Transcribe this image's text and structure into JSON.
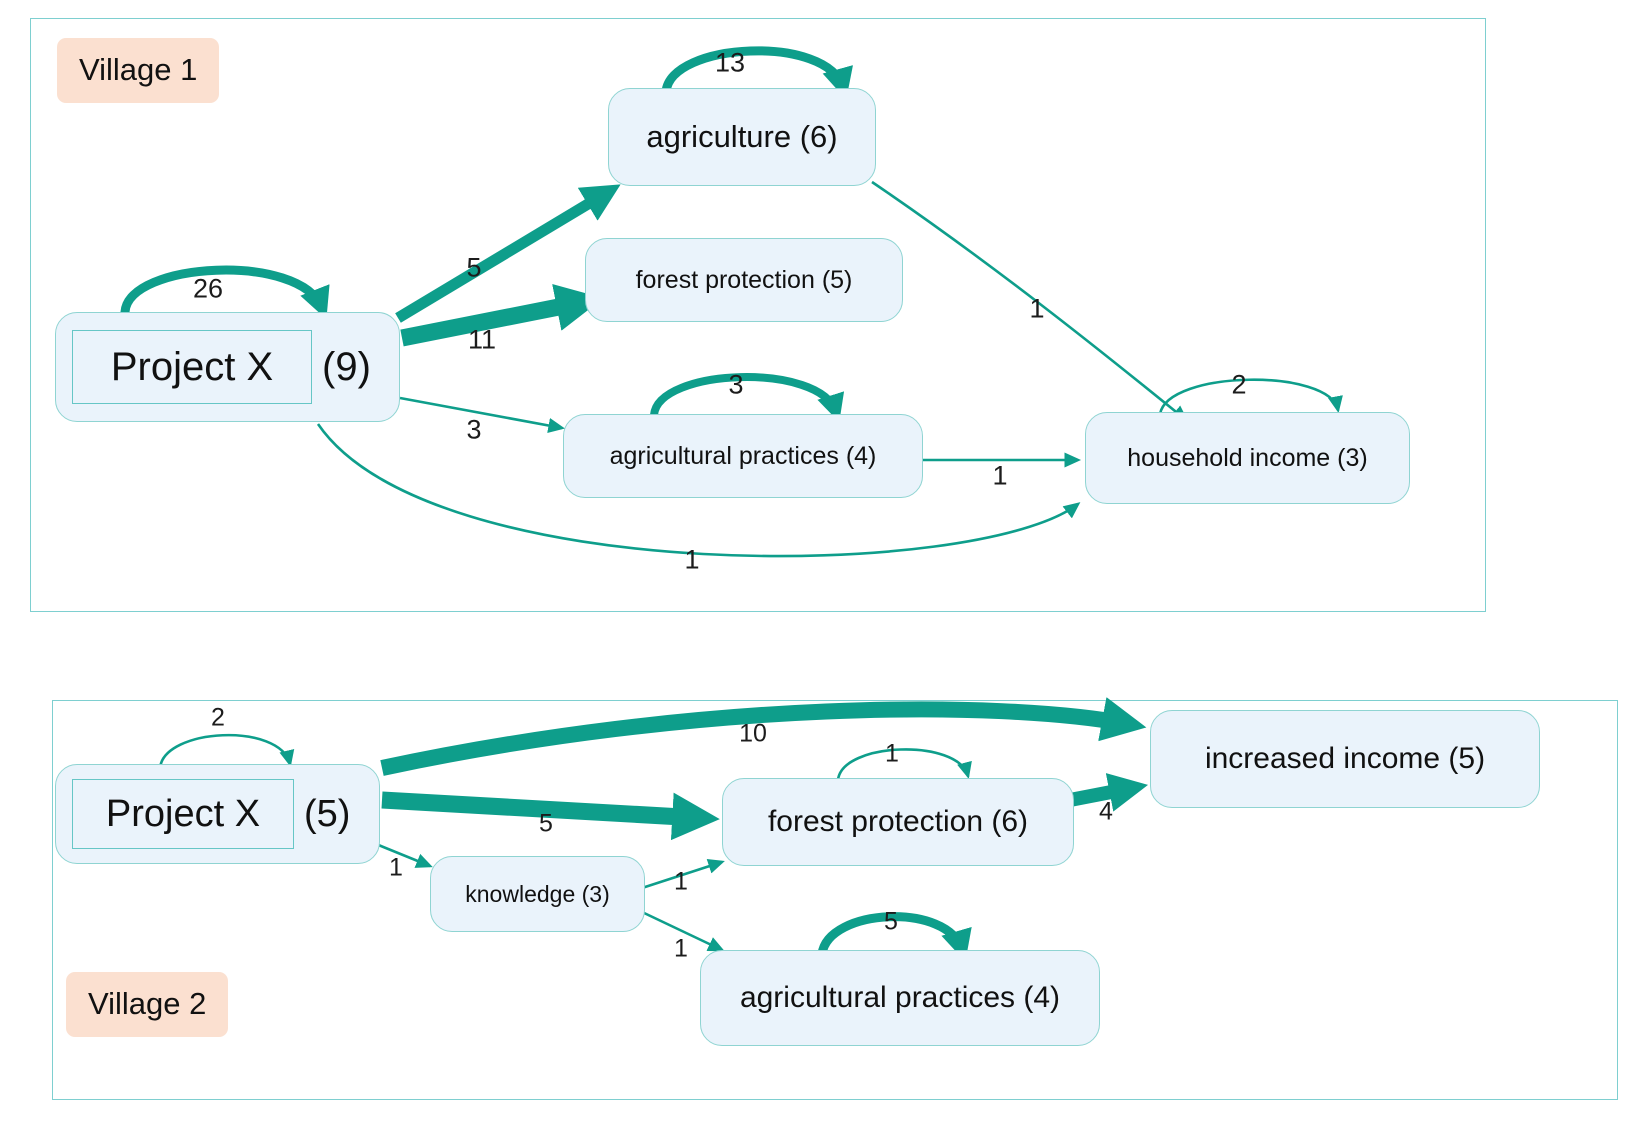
{
  "diagram": {
    "title": "Village comparison causal map",
    "accent_color": "#0e9e8b",
    "node_fill": "#eaf3fb",
    "node_border": "#8fd4d2",
    "group_tag_fill": "#fbe0d0",
    "group_border": "#7ecfd0"
  },
  "groups": [
    {
      "id": "village1",
      "label": "Village 1"
    },
    {
      "id": "village2",
      "label": "Village 2"
    }
  ],
  "chart_data": {
    "type": "diagram",
    "title": "Village 1 and Village 2 causal network maps",
    "graphs": [
      {
        "group": "Village 1",
        "nodes": [
          {
            "id": "v1-project",
            "label": "Project X",
            "count": "(9)",
            "display": "Project X (9)",
            "boxed_label": true
          },
          {
            "id": "v1-agriculture",
            "label": "agriculture (6)",
            "count": 6
          },
          {
            "id": "v1-forest",
            "label": "forest protection (5)",
            "count": 5
          },
          {
            "id": "v1-practices",
            "label": "agricultural practices (4)",
            "count": 4
          },
          {
            "id": "v1-income",
            "label": "household income (3)",
            "count": 3
          }
        ],
        "edges": [
          {
            "from": "v1-project",
            "to": "v1-project",
            "weight": 26,
            "self_loop": true
          },
          {
            "from": "v1-agriculture",
            "to": "v1-agriculture",
            "weight": 13,
            "self_loop": true
          },
          {
            "from": "v1-practices",
            "to": "v1-practices",
            "weight": 3,
            "self_loop": true
          },
          {
            "from": "v1-income",
            "to": "v1-income",
            "weight": 2,
            "self_loop": true
          },
          {
            "from": "v1-project",
            "to": "v1-agriculture",
            "weight": 5
          },
          {
            "from": "v1-project",
            "to": "v1-forest",
            "weight": 11
          },
          {
            "from": "v1-project",
            "to": "v1-practices",
            "weight": 3
          },
          {
            "from": "v1-project",
            "to": "v1-income",
            "weight": 1
          },
          {
            "from": "v1-agriculture",
            "to": "v1-income",
            "weight": 1
          },
          {
            "from": "v1-practices",
            "to": "v1-income",
            "weight": 1
          }
        ]
      },
      {
        "group": "Village 2",
        "nodes": [
          {
            "id": "v2-project",
            "label": "Project X",
            "count": "(5)",
            "display": "Project X (5)",
            "boxed_label": true
          },
          {
            "id": "v2-income",
            "label": "increased income (5)",
            "count": 5
          },
          {
            "id": "v2-forest",
            "label": "forest protection (6)",
            "count": 6
          },
          {
            "id": "v2-knowledge",
            "label": "knowledge (3)",
            "count": 3
          },
          {
            "id": "v2-practices",
            "label": "agricultural practices (4)",
            "count": 4
          }
        ],
        "edges": [
          {
            "from": "v2-project",
            "to": "v2-project",
            "weight": 2,
            "self_loop": true
          },
          {
            "from": "v2-forest",
            "to": "v2-forest",
            "weight": 1,
            "self_loop": true
          },
          {
            "from": "v2-practices",
            "to": "v2-practices",
            "weight": 5,
            "self_loop": true
          },
          {
            "from": "v2-project",
            "to": "v2-income",
            "weight": 10
          },
          {
            "from": "v2-project",
            "to": "v2-forest",
            "weight": 5
          },
          {
            "from": "v2-project",
            "to": "v2-knowledge",
            "weight": 1
          },
          {
            "from": "v2-knowledge",
            "to": "v2-forest",
            "weight": 1
          },
          {
            "from": "v2-knowledge",
            "to": "v2-practices",
            "weight": 1
          },
          {
            "from": "v2-forest",
            "to": "v2-income",
            "weight": 4
          }
        ]
      }
    ]
  },
  "v1": {
    "project": {
      "label": "Project X",
      "count": "(9)"
    },
    "agriculture": {
      "label": "agriculture (6)"
    },
    "forest": {
      "label": "forest protection (5)"
    },
    "practices": {
      "label": "agricultural practices (4)"
    },
    "income": {
      "label": "household income (3)"
    },
    "labels": {
      "loop_project": "26",
      "loop_agriculture": "13",
      "loop_practices": "3",
      "loop_income": "2",
      "project_agriculture": "5",
      "project_forest": "11",
      "project_practices": "3",
      "project_income": "1",
      "agriculture_income": "1",
      "practices_income": "1"
    }
  },
  "v2": {
    "project": {
      "label": "Project X",
      "count": "(5)"
    },
    "income": {
      "label": "increased income (5)"
    },
    "forest": {
      "label": "forest protection (6)"
    },
    "knowledge": {
      "label": "knowledge (3)"
    },
    "practices": {
      "label": "agricultural practices (4)"
    },
    "labels": {
      "loop_project": "2",
      "loop_forest": "1",
      "loop_practices": "5",
      "project_income": "10",
      "project_forest": "5",
      "project_knowledge": "1",
      "knowledge_forest": "1",
      "knowledge_practices": "1",
      "forest_income": "4"
    }
  }
}
